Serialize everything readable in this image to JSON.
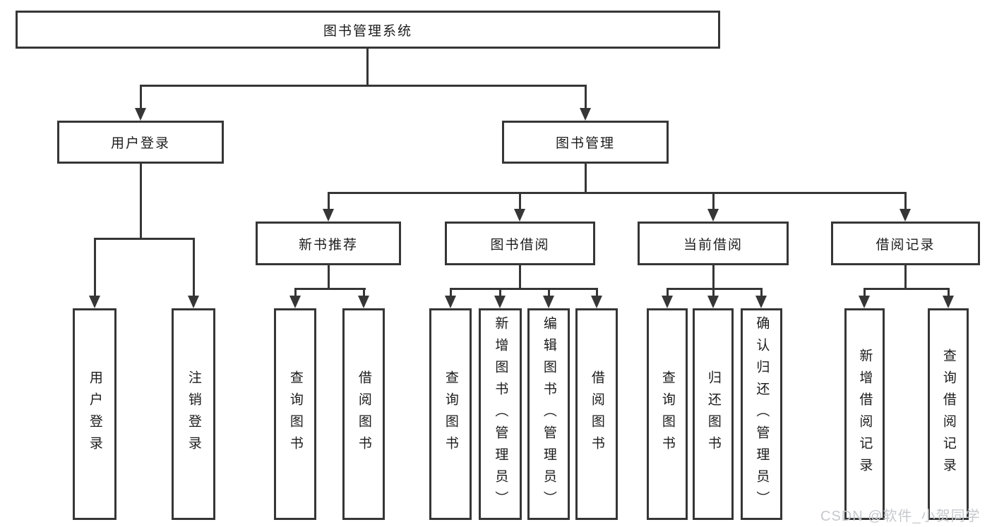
{
  "diagram": {
    "root": "图书管理系统",
    "level2": [
      "用户登录",
      "图书管理"
    ],
    "level3": [
      "新书推荐",
      "图书借阅",
      "当前借阅",
      "借阅记录"
    ],
    "leaves": {
      "user": [
        "用户登录",
        "注销登录"
      ],
      "recommend": [
        "查询图书",
        "借阅图书"
      ],
      "borrow": [
        "查询图书",
        "新增图书（管理员）",
        "编辑图书（管理员）",
        "借阅图书"
      ],
      "current": [
        "查询图书",
        "归还图书",
        "确认归还（管理员）"
      ],
      "records": [
        "新增借阅记录",
        "查询借阅记录"
      ]
    }
  },
  "watermark": "CSDN @软件_小贺同学",
  "colors": {
    "line": "#363636",
    "text": "#1c1c1c",
    "watermark": "#c6c9cd",
    "background": "#ffffff"
  }
}
